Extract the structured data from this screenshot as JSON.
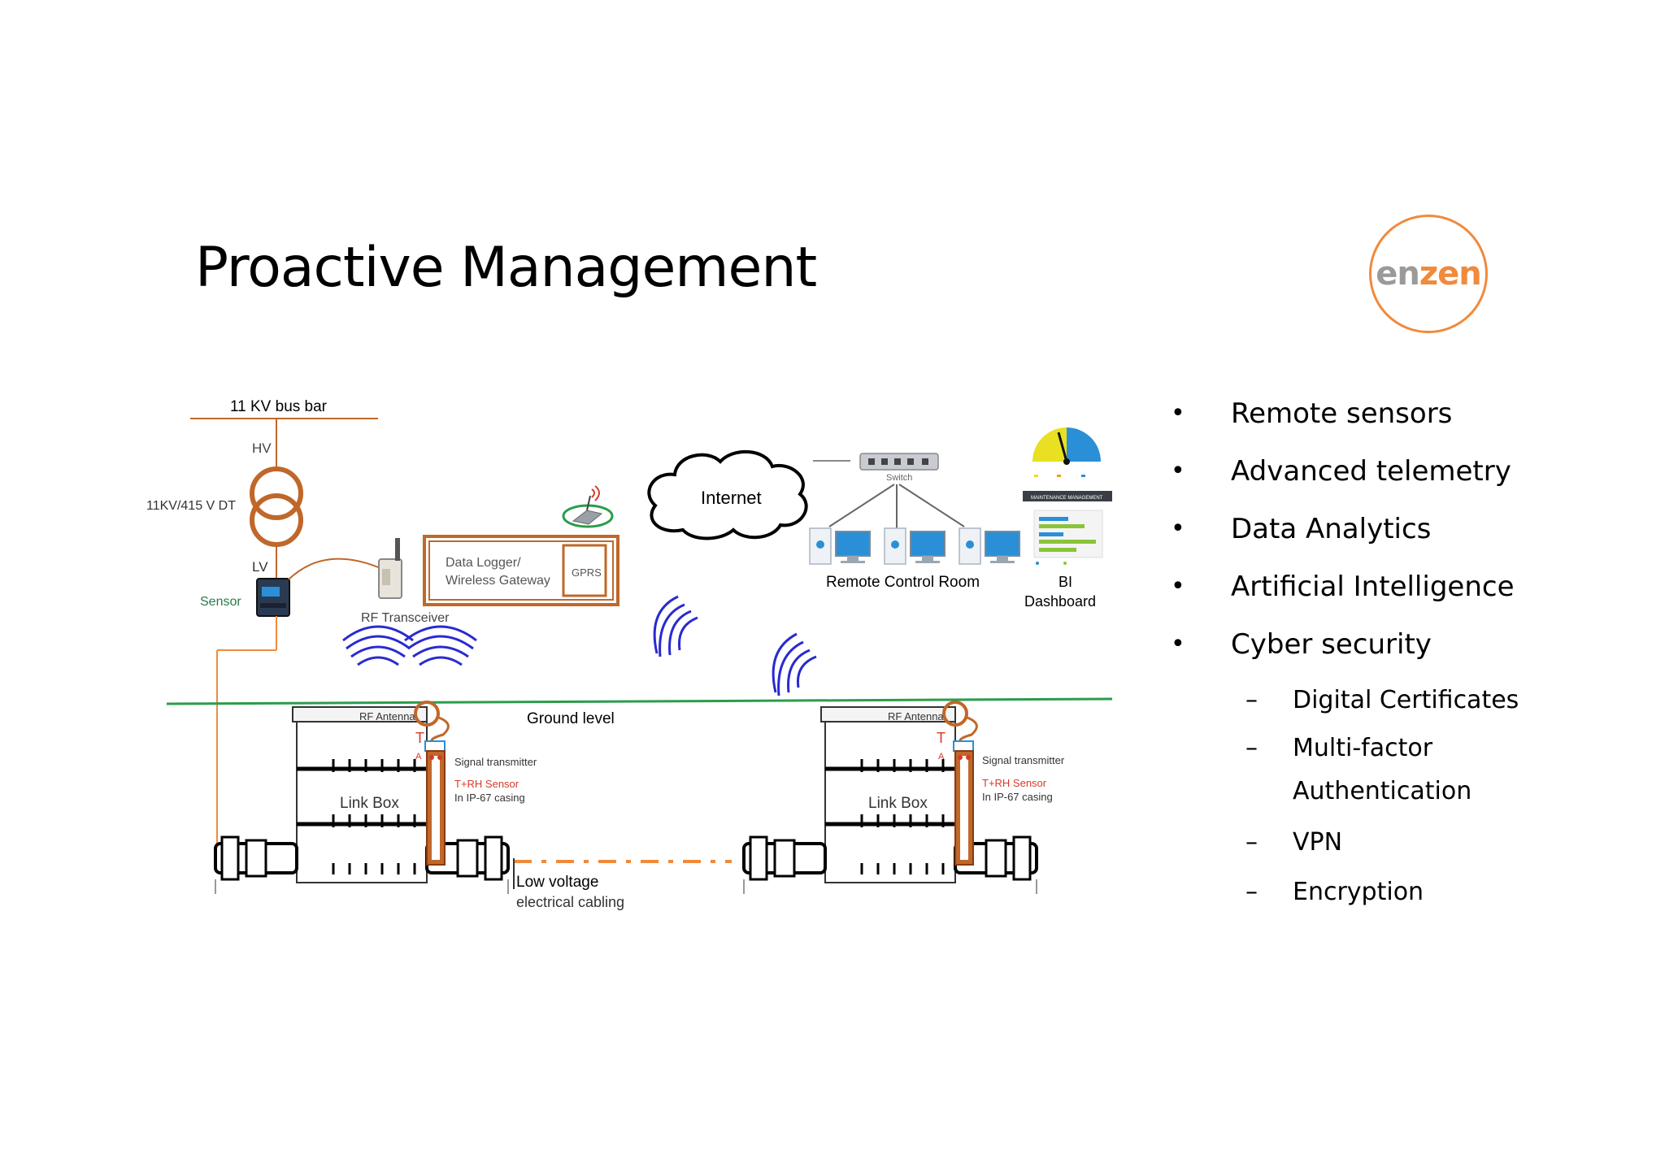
{
  "slide": {
    "title": "Proactive Management",
    "logo": {
      "part1": "en",
      "part2": "zen"
    },
    "bullets": [
      {
        "level": 1,
        "text": "Remote sensors"
      },
      {
        "level": 1,
        "text": "Advanced telemetry"
      },
      {
        "level": 1,
        "text": "Data Analytics"
      },
      {
        "level": 1,
        "text": "Artificial Intelligence"
      },
      {
        "level": 1,
        "text": "Cyber security"
      },
      {
        "level": 2,
        "text": "Digital Certificates"
      },
      {
        "level": 2,
        "text": "Multi-factor Authentication"
      },
      {
        "level": 2,
        "text": "VPN"
      },
      {
        "level": 2,
        "text": "Encryption"
      }
    ]
  },
  "diagram": {
    "busbar": "11 KV bus bar",
    "hv": "HV",
    "transformer": "11KV/415 V DT",
    "lv": "LV",
    "sensor": "Sensor",
    "rf_transceiver": "RF Transceiver",
    "logger_line1": "Data Logger/",
    "logger_line2": "Wireless Gateway",
    "gprs": "GPRS",
    "internet": "Internet",
    "switch": "Switch",
    "control_room": "Remote Control Room",
    "bi_line1": "BI",
    "bi_line2": "Dashboard",
    "maintenance": "MAINTENANCE MANAGEMENT",
    "ground_level": "Ground level",
    "rf_antenna": "RF Antenna",
    "t_label": "T",
    "a_label": "A",
    "signal_transmitter": "Signal transmitter",
    "sensor_line1": "T+RH Sensor",
    "sensor_line2": "In IP-67 casing",
    "link_box": "Link Box",
    "cable_line1": "Low voltage",
    "cable_line2": "electrical cabling"
  },
  "colors": {
    "accent_orange": "#f08a3c",
    "copper": "#c0672a",
    "ground_green": "#2a9d4a",
    "wave_blue": "#2a2ad0",
    "monitor_blue": "#2a8fd6",
    "sensor_red": "#d63a2a"
  }
}
